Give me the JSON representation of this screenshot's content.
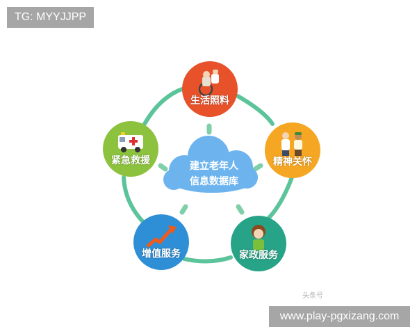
{
  "watermark_tag": "TG: MYYJJPP",
  "watermark_url": "www.play-pgxizang.com",
  "source_watermark": "头条号",
  "colors": {
    "ring": "#5cc49a",
    "cloud": "#6db4ee",
    "care": "#e8522a",
    "emergency": "#8dc23f",
    "spiritual": "#f5a623",
    "value_added": "#2f8fd6",
    "housekeeping": "#27a387"
  },
  "center": {
    "line1": "建立老年人",
    "line2": "信息数据库",
    "icon": "cloud-icon"
  },
  "nodes": [
    {
      "id": "care",
      "label": "生活照料",
      "icon": "wheelchair-elder-icon"
    },
    {
      "id": "spiritual",
      "label": "精神关怀",
      "icon": "doctor-patient-icon"
    },
    {
      "id": "housekeeping",
      "label": "家政服务",
      "icon": "housekeeper-icon"
    },
    {
      "id": "value_added",
      "label": "增值服务",
      "icon": "rising-arrow-icon"
    },
    {
      "id": "emergency",
      "label": "紧急救援",
      "icon": "ambulance-icon"
    }
  ]
}
